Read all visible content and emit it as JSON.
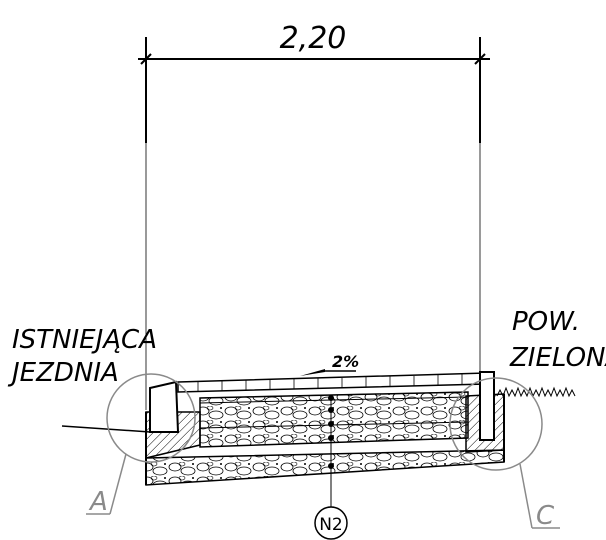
{
  "dimension": {
    "width_label": "2,20"
  },
  "labels": {
    "left_line1": "ISTNIEJĄCA",
    "left_line2": "JEZDNIA",
    "right_line1": "POW.",
    "right_line2": "ZIELONA",
    "slope": "2%",
    "node": "N2",
    "detail_left": "A",
    "detail_right": "C"
  },
  "colors": {
    "linework": "#000000",
    "detail_markers": "#8a8a8a",
    "background": "#ffffff"
  }
}
